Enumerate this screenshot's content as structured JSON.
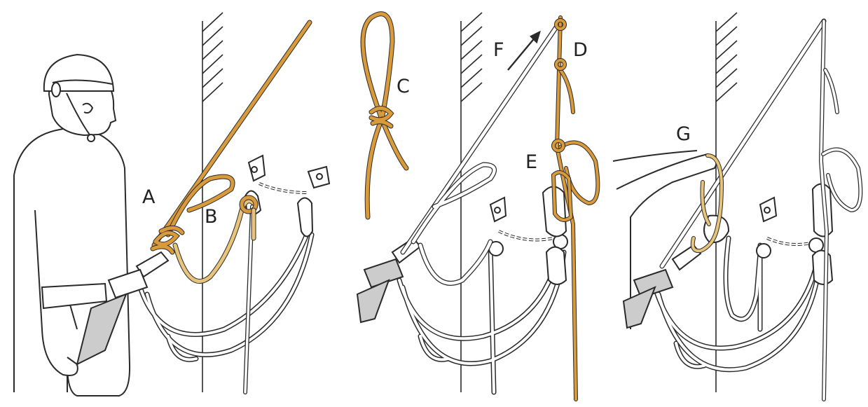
{
  "figure": {
    "panels": [
      {
        "id": "panel-1",
        "labels": [
          "A",
          "B"
        ]
      },
      {
        "id": "panel-2",
        "labels": [
          "C",
          "D",
          "E",
          "F"
        ]
      },
      {
        "id": "panel-3",
        "labels": [
          "G"
        ]
      }
    ]
  },
  "labels": {
    "a": "A",
    "b": "B",
    "c": "C",
    "d": "D",
    "e": "E",
    "f": "F",
    "g": "G"
  },
  "colors": {
    "ink": "#2a2a2a",
    "orange_rope": "#d89a3a",
    "light_rope": "#e8c47a",
    "white": "#ffffff"
  }
}
